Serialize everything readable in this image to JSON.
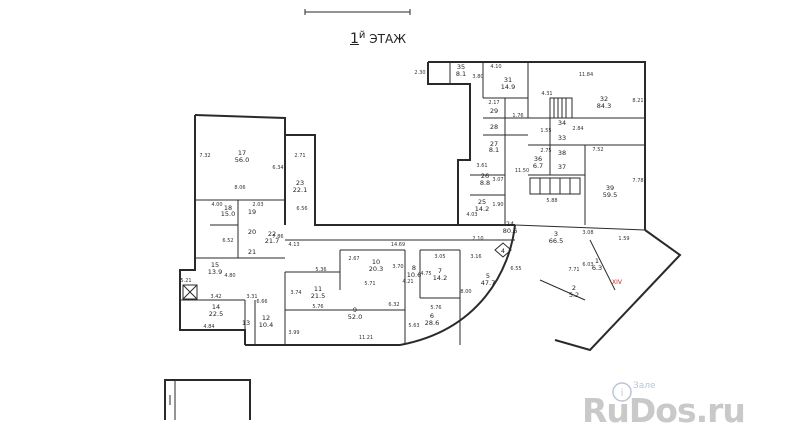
{
  "floor": {
    "number": "1",
    "suffix": "й",
    "label": "ЭТАЖ"
  },
  "rooms": [
    {
      "id": "r35",
      "num": "35",
      "area": "8.1"
    },
    {
      "id": "r31",
      "num": "31",
      "area": "14.9"
    },
    {
      "id": "r32",
      "num": "32",
      "area": "84.3"
    },
    {
      "id": "r29",
      "num": "29",
      "area": ""
    },
    {
      "id": "r28",
      "num": "28",
      "area": ""
    },
    {
      "id": "r27",
      "num": "27",
      "area": "8.1"
    },
    {
      "id": "r34",
      "num": "34",
      "area": ""
    },
    {
      "id": "r33",
      "num": "33",
      "area": ""
    },
    {
      "id": "r38",
      "num": "38",
      "area": ""
    },
    {
      "id": "r37",
      "num": "37",
      "area": ""
    },
    {
      "id": "r36",
      "num": "36",
      "area": "6.7"
    },
    {
      "id": "r26",
      "num": "26",
      "area": "8.8"
    },
    {
      "id": "r25",
      "num": "25",
      "area": "14.2"
    },
    {
      "id": "r39",
      "num": "39",
      "area": "59.5"
    },
    {
      "id": "r24",
      "num": "24",
      "area": "80.6"
    },
    {
      "id": "r3",
      "num": "3",
      "area": "66.5"
    },
    {
      "id": "r17",
      "num": "17",
      "area": "56.0"
    },
    {
      "id": "r23",
      "num": "23",
      "area": "22.1"
    },
    {
      "id": "r18",
      "num": "18",
      "area": "15.0"
    },
    {
      "id": "r19",
      "num": "19",
      "area": ""
    },
    {
      "id": "r20",
      "num": "20",
      "area": ""
    },
    {
      "id": "r21",
      "num": "21",
      "area": ""
    },
    {
      "id": "r22",
      "num": "22",
      "area": "21.7"
    },
    {
      "id": "r15",
      "num": "15",
      "area": "13.9"
    },
    {
      "id": "r10",
      "num": "10",
      "area": "20.3"
    },
    {
      "id": "r8",
      "num": "8",
      "area": "10.6"
    },
    {
      "id": "r7",
      "num": "7",
      "area": "14.2"
    },
    {
      "id": "r5",
      "num": "5",
      "area": "47.7"
    },
    {
      "id": "r4",
      "num": "4",
      "area": ""
    },
    {
      "id": "r1",
      "num": "1",
      "area": "6.3"
    },
    {
      "id": "r2",
      "num": "2",
      "area": "5.2"
    },
    {
      "id": "r11",
      "num": "11",
      "area": "21.5"
    },
    {
      "id": "r14",
      "num": "14",
      "area": "22.5"
    },
    {
      "id": "r12",
      "num": "12",
      "area": "10.4"
    },
    {
      "id": "r13",
      "num": "13",
      "area": ""
    },
    {
      "id": "r9",
      "num": "9",
      "area": "52.0"
    },
    {
      "id": "r6",
      "num": "6",
      "area": "28.6"
    }
  ],
  "dimensions": [
    "2.30",
    "3.80",
    "4.10",
    "11.84",
    "4.31",
    "8.21",
    "2.17",
    "1.76",
    "2.84",
    "2.75",
    "1.55",
    "11.50",
    "3.61",
    "3.07",
    "1.90",
    "4.03",
    "7.52",
    "7.78",
    "5.88",
    "3.08",
    "1.59",
    "7.32",
    "6.34",
    "2.71",
    "8.06",
    "4.00",
    "2.03",
    "6.52",
    "7.86",
    "4.13",
    "6.56",
    "14.69",
    "2.10",
    "2.67",
    "3.70",
    "3.05",
    "3.16",
    "5.36",
    "5.71",
    "4.75",
    "4.21",
    "5.21",
    "4.80",
    "3.42",
    "3.31",
    "3.74",
    "6.66",
    "6.32",
    "8.00",
    "5.76",
    "4.84",
    "3.99",
    "11.21",
    "5.63",
    "5.76",
    "6.55",
    "7.71",
    "6.03"
  ],
  "markers": {
    "roman": "XIV"
  },
  "watermark": {
    "brand": "RuDos.ru",
    "small": "Зале"
  }
}
